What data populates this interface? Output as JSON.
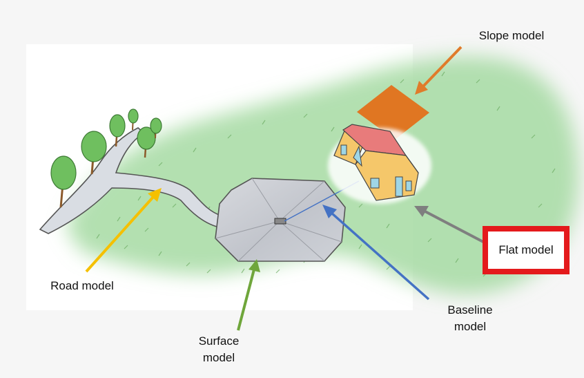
{
  "labels": {
    "slope": "Slope model",
    "road": "Road model",
    "surface_line1": "Surface",
    "surface_line2": "model",
    "baseline_line1": "Baseline",
    "baseline_line2": "model",
    "flat": "Flat model"
  },
  "colors": {
    "slope_arrow": "#e07b2a",
    "road_arrow": "#f5c000",
    "surface_arrow": "#6fa63b",
    "baseline_arrow": "#4472c4",
    "flat_arrow": "#7f7f7f",
    "flat_box_border": "#e41a1c",
    "slope_plane": "#e07622",
    "grass": "#8fd18c",
    "road": "#d9dde3",
    "surface": "#c9ccd2",
    "house_wall": "#f5c76a",
    "house_roof": "#e87b7b"
  },
  "icons": [
    "tree-icon",
    "house-icon",
    "drain-icon"
  ]
}
